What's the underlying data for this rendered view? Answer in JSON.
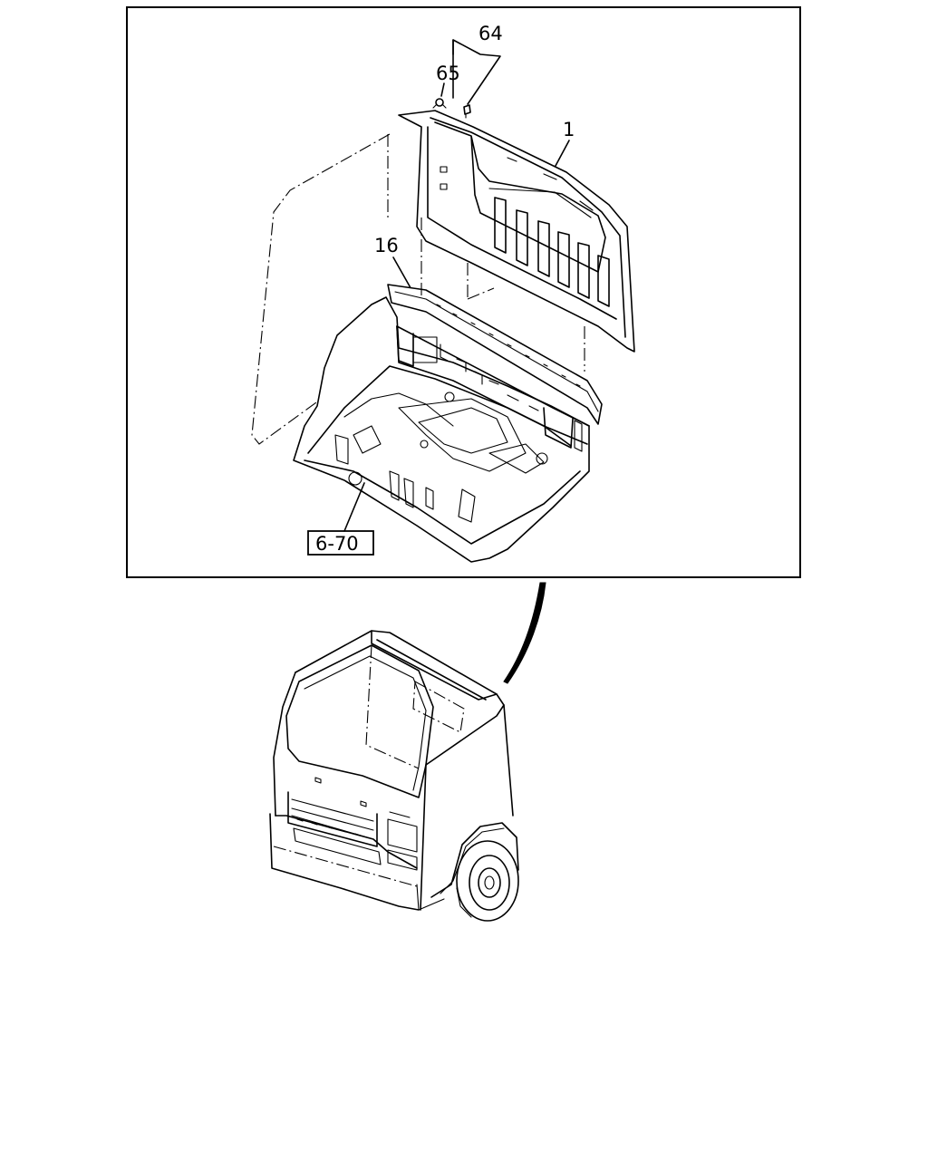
{
  "callouts": {
    "part_64": "64",
    "part_65": "65",
    "part_1": "1",
    "part_16": "16",
    "ref_box": "6-70"
  }
}
